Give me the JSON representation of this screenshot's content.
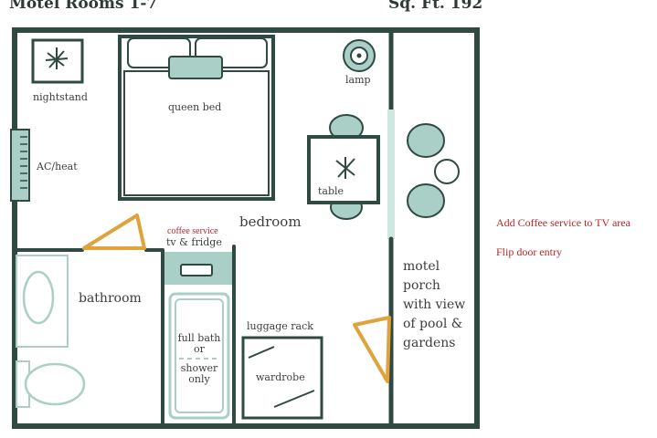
{
  "header": {
    "title": "Motel Rooms 1-7",
    "area": "Sq. Ft. 192"
  },
  "rooms": {
    "nightstand": "nightstand",
    "queen_bed": "queen bed",
    "lamp": "lamp",
    "ac_heat": "AC/heat",
    "table": "table",
    "coffee_service": "coffee service",
    "tv_fridge": "tv & fridge",
    "bedroom": "bedroom",
    "bathroom": "bathroom",
    "full_bath_lines": [
      "full bath",
      "or",
      "shower",
      "only"
    ],
    "luggage_rack": "luggage rack",
    "wardrobe": "wardrobe",
    "porch_lines": [
      "motel",
      "porch",
      "with view",
      "of pool &",
      "gardens"
    ]
  },
  "notes": {
    "note1": "Add Coffee service to TV area",
    "note2": "Flip door entry"
  },
  "colors": {
    "wall": "#2f4a42",
    "teal": "#a9cfc6",
    "door": "#e0a23a",
    "note_red": "#b8252a"
  }
}
